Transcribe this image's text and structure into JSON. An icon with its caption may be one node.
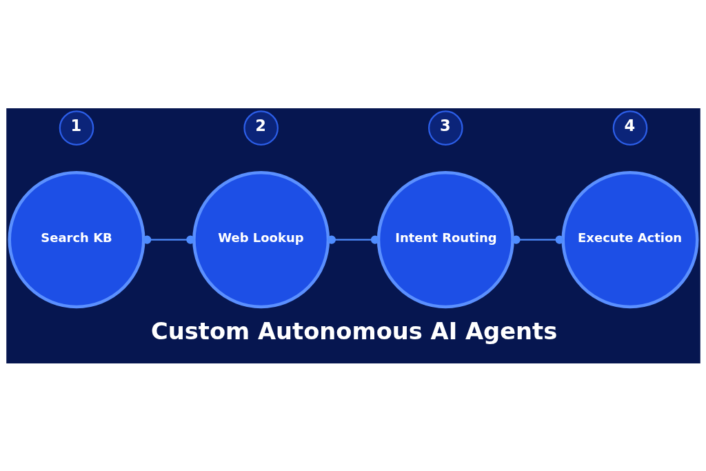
{
  "diagram": {
    "title": "Custom Autonomous AI Agents",
    "nodes": [
      {
        "text": [
          "1"
        ]
      },
      {
        "text": [
          "2"
        ]
      },
      {
        "text": [
          "3"
        ]
      },
      {
        "text": [
          "4"
        ]
      },
      {
        "text": [
          "Search KB"
        ]
      },
      {
        "text": [
          "Web Lookup"
        ]
      },
      {
        "text": [
          "Intent Routing"
        ]
      },
      {
        "text": [
          "Execute Action"
        ]
      }
    ],
    "edges": [
      {
        "from": 4,
        "to": 5,
        "arrow": "other"
      },
      {
        "from": 5,
        "to": 6,
        "arrow": "other"
      },
      {
        "from": 6,
        "to": 7,
        "arrow": "other"
      }
    ]
  }
}
